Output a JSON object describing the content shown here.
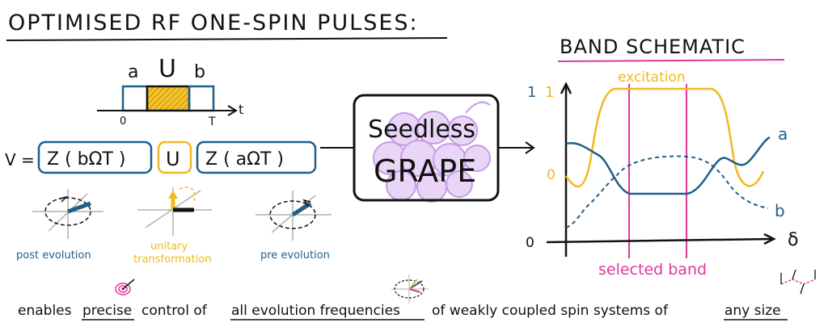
{
  "title": "OPTIMISED RF ONE-SPIN PULSES:",
  "pulse": {
    "label_a": "a",
    "label_U": "U",
    "label_b": "b",
    "axis_t": "t",
    "tick_zero": "0",
    "tick_T": "T"
  },
  "equation": {
    "lhs": "V =",
    "box1": "Z ( bΩT )",
    "box2": "U",
    "box3": "Z ( aΩT )"
  },
  "captions": {
    "post": "post evolution",
    "unitary": "unitary transformation",
    "pre": "pre evolution"
  },
  "center": {
    "line1": "Seedless",
    "line2": "GRAPE"
  },
  "band": {
    "title": "BAND SCHEMATIC",
    "excitation": "excitation",
    "ytick_1_blue": "1",
    "ytick_1_orange": "1",
    "ytick_0_orange": "0",
    "ytick_0": "0",
    "curve_a": "a",
    "curve_b": "b",
    "xaxis": "δ",
    "selected_label": "selected band"
  },
  "footer": {
    "w1": "enables",
    "w2": "precise",
    "w3": "control of",
    "w4": "all evolution frequencies",
    "w5": "of weakly coupled spin systems of",
    "w6": "any size"
  },
  "colors": {
    "ink": "#111111",
    "blue": "#1f5f8b",
    "orange": "#f2b821",
    "magenta": "#e0379f",
    "purple": "#c89be6",
    "grey": "#b0b0b0"
  }
}
